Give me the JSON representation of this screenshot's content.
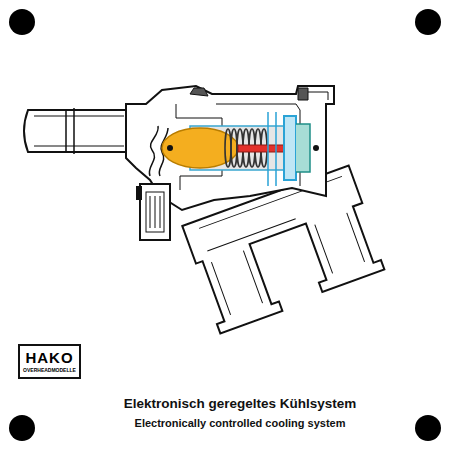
{
  "diagram": {
    "title": "Elektronisch geregeltes Kühlsystem",
    "caption": "Electronically controlled cooling system",
    "nodes": [
      {
        "text": [
          "HAKO",
          "OVERHEADMODELLE"
        ]
      }
    ]
  }
}
